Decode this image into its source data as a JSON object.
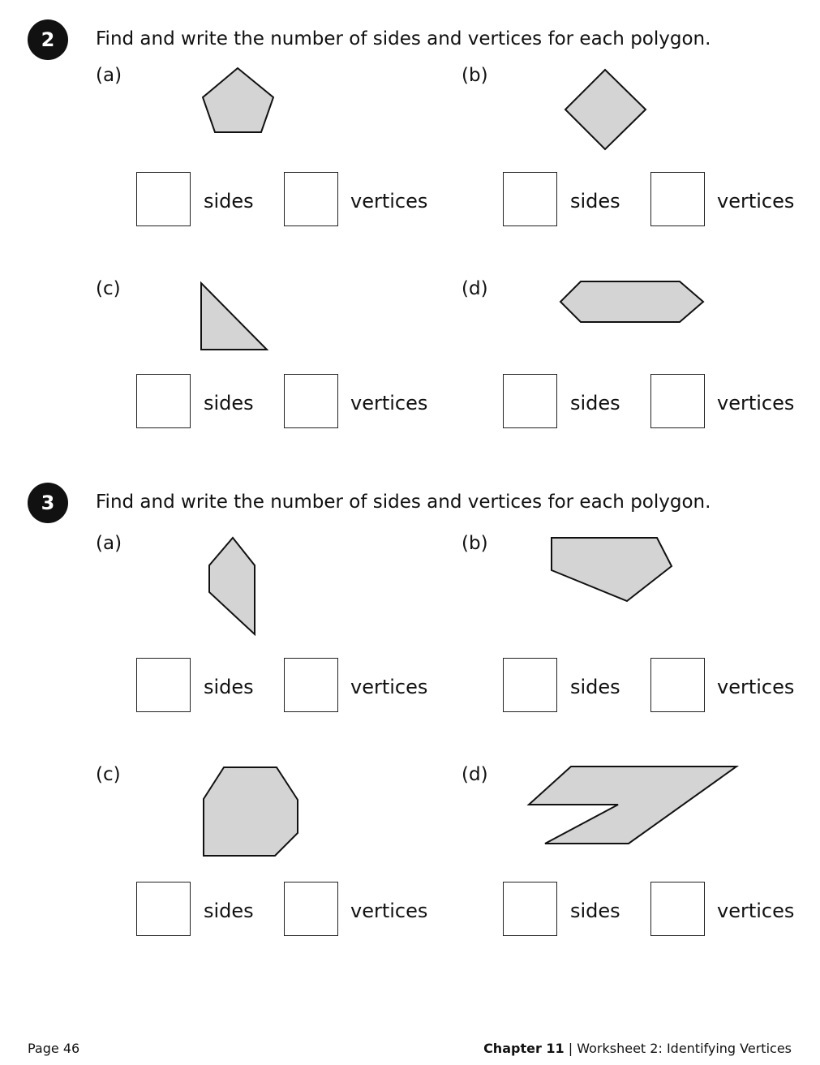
{
  "questions": [
    {
      "number": "2",
      "prompt": "Find and write the number of sides and vertices for each polygon.",
      "parts": [
        "(a)",
        "(b)",
        "(c)",
        "(d)"
      ]
    },
    {
      "number": "3",
      "prompt": "Find and write the number of sides and vertices for each polygon.",
      "parts": [
        "(a)",
        "(b)",
        "(c)",
        "(d)"
      ]
    }
  ],
  "labels": {
    "sides": "sides",
    "vertices": "vertices"
  },
  "footer": {
    "page": "Page 46",
    "chapter": "Chapter 11",
    "separator": "|",
    "worksheet": "Worksheet 2: Identifying Vertices"
  }
}
